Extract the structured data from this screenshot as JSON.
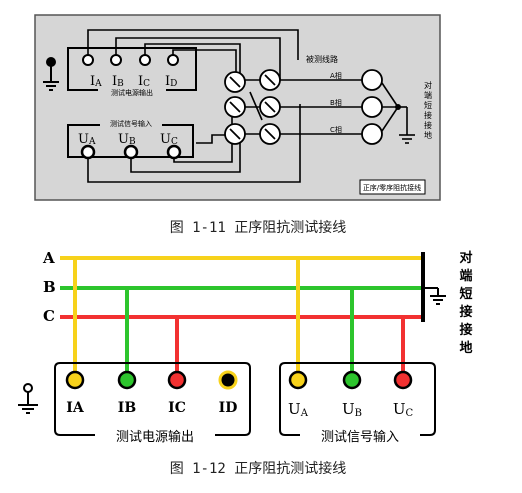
{
  "figure1": {
    "caption": "图 1-11 正序阻抗测试接线",
    "source_box": {
      "title": "测试电源输出",
      "terminals": [
        "IA",
        "IB",
        "IC",
        "ID"
      ]
    },
    "signal_box": {
      "title": "测试信号输入",
      "terminals": [
        "UA",
        "UB",
        "UC"
      ]
    },
    "line_label": "被测线路",
    "phases": [
      "A相",
      "B相",
      "C相"
    ],
    "end_label": "对端短接接地",
    "mode_label": "正序/零序阻抗接线"
  },
  "figure2": {
    "caption": "图 1-12 正序阻抗测试接线",
    "bus_labels": [
      "A",
      "B",
      "C"
    ],
    "bus_colors": {
      "A": "#f7d21b",
      "B": "#2dc52d",
      "C": "#f23131"
    },
    "end_label": "对端短接接地",
    "source_box": {
      "title": "测试电源输出",
      "terminals": [
        "IA",
        "IB",
        "IC",
        "ID"
      ]
    },
    "signal_box": {
      "title": "测试信号输入",
      "terminals": [
        "UA",
        "UB",
        "UC"
      ]
    }
  }
}
